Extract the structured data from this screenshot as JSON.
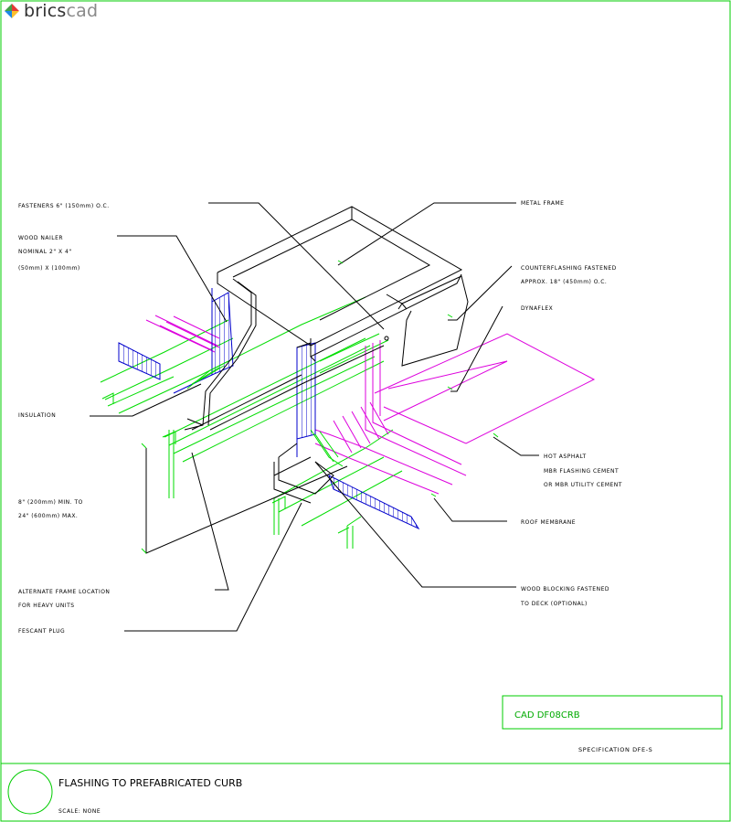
{
  "brand": {
    "name_a": "brics",
    "name_b": "cad"
  },
  "labels": {
    "fasteners": "FASTENERS 6\" (150mm) O.C.",
    "wood_nailer_1": "WOOD NAILER",
    "wood_nailer_2": "NOMINAL 2\" X 4\"",
    "wood_nailer_3": "(50mm) X (100mm)",
    "insulation": "INSULATION",
    "height_1": "8\" (200mm) MIN. TO",
    "height_2": "24\" (600mm) MAX.",
    "alt_frame_1": "ALTERNATE FRAME LOCATION",
    "alt_frame_2": "FOR HEAVY UNITS",
    "sealant_plug": "FESCANT PLUG",
    "metal_frame": "METAL FRAME",
    "counterflash_1": "COUNTERFLASHING FASTENED",
    "counterflash_2": "APPROX. 18\" (450mm) O.C.",
    "dynaflex": "DYNAFLEX",
    "hot_asphalt_1": "HOT ASPHALT",
    "hot_asphalt_2": "MBR FLASHING CEMENT",
    "hot_asphalt_3": "OR MBR UTILITY CEMENT",
    "roof_membrane": "ROOF MEMBRANE",
    "wood_blocking_1": "WOOD BLOCKING FASTENED",
    "wood_blocking_2": "TO DECK (OPTIONAL)"
  },
  "title_block": {
    "drawing_code": "CAD DF08CRB",
    "spec": "SPECIFICATION DFE-S",
    "title": "FLASHING TO PREFABRICATED CURB",
    "scale": "SCALE: NONE"
  },
  "colors": {
    "border": "#00cc00",
    "blue": "#0000cc",
    "magenta": "#dd00dd",
    "green": "#00dd00",
    "black": "#000000"
  }
}
